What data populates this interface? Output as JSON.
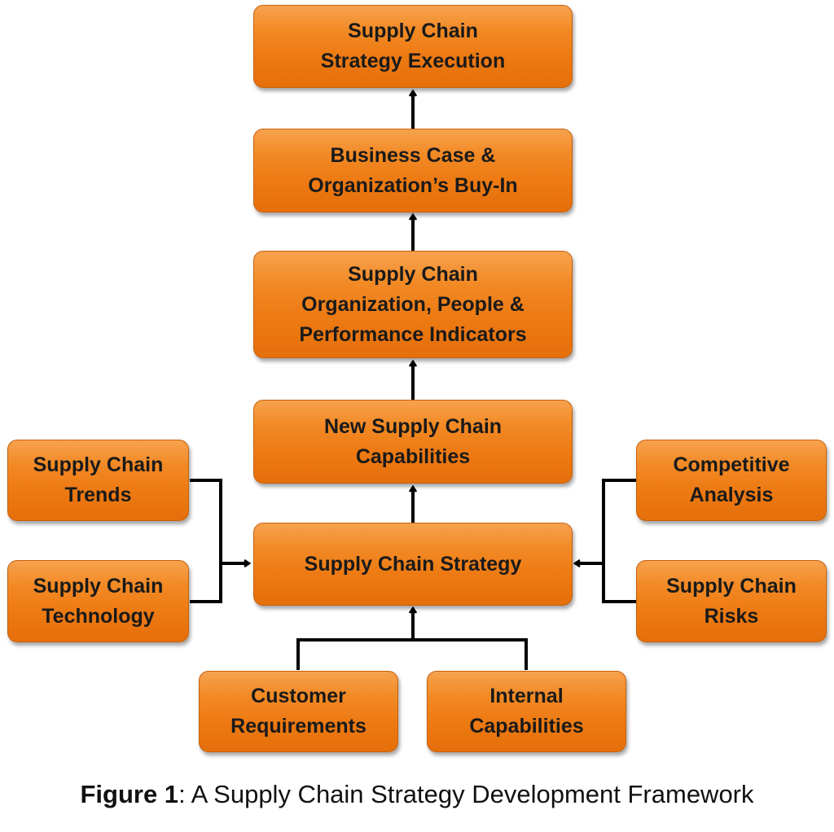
{
  "colors": {
    "box_fill": "#ee7b14",
    "box_border": "#c6600d",
    "connector": "#000000"
  },
  "boxes": {
    "execution": "Supply Chain\nStrategy Execution",
    "business": "Business Case &\nOrganization’s Buy-In",
    "org": "Supply Chain\nOrganization, People &\nPerformance Indicators",
    "new_caps": "New Supply Chain\nCapabilities",
    "strategy": "Supply Chain Strategy",
    "trends": "Supply Chain\nTrends",
    "technology": "Supply Chain\nTechnology",
    "competitive": "Competitive\nAnalysis",
    "risks": "Supply Chain\nRisks",
    "customer": "Customer\nRequirements",
    "internal": "Internal\nCapabilities"
  },
  "caption": {
    "label": "Figure 1",
    "text": ": A Supply Chain Strategy Development Framework"
  }
}
